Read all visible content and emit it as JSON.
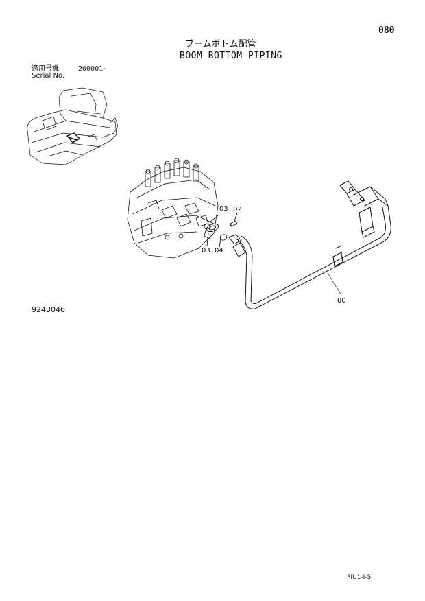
{
  "header": {
    "page_number": "080",
    "title_japanese": "ブームボトム配管",
    "title_english": "BOOM BOTTOM PIPING"
  },
  "serial": {
    "label_japanese": "適用号機",
    "number_from": "200001-",
    "label_english": "Serial No."
  },
  "figure": {
    "code": "9243046",
    "callouts": {
      "c00": "00",
      "c02": "02",
      "c03a": "03",
      "c03b": "03",
      "c04": "04"
    }
  },
  "footer": {
    "code": "PIU1-I-5"
  },
  "colors": {
    "ink": "#111111",
    "paper": "#ffffff"
  }
}
